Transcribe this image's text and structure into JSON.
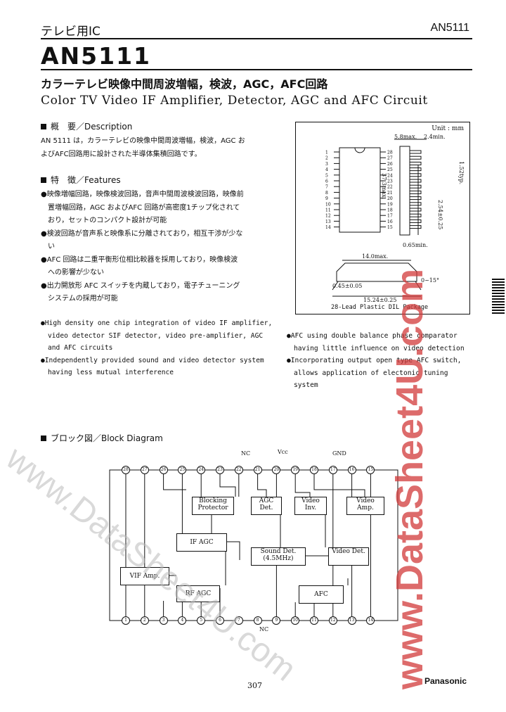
{
  "header": {
    "left": "テレビ用IC",
    "right": "AN5111"
  },
  "title": "AN5111",
  "subtitle_jp": "カラーテレビ映像中間周波増幅，検波，AGC，AFC回路",
  "subtitle_en": "Color TV Video IF Amplifier, Detector, AGC and AFC Circuit",
  "description": {
    "heading": "概　要／Description",
    "text": [
      "AN 5111 は，カラーテレビの映像中間周波増幅，検波，AGC お",
      "よびAFC回路用に設計された半導体集積回路です。"
    ]
  },
  "features": {
    "heading": "特　徴／Features",
    "jp": [
      [
        "●映像増幅回路，映像検波回路，音声中間周波検波回路，映像前",
        "　置増幅回路，AGC およびAFC 回路が高密度1チップ化されて",
        "　おり，セットのコンパクト設計が可能"
      ],
      [
        "●検波回路が音声系と映像系に分離されており，相互干渉が少な",
        "　い"
      ],
      [
        "●AFC 回路は二重平衡形位相比較器を採用しており，映像検波",
        "　への影響が少ない"
      ],
      [
        "●出力開放形 AFC スイッチを内蔵しており，電子チューニング",
        "　システムの採用が可能"
      ]
    ],
    "en_left": [
      [
        "●High density one chip integration of video IF amplifier,",
        "video detector SIF detector, video pre-amplifier, AGC",
        "and AFC circuits"
      ],
      [
        "●Independently provided sound and video detector system",
        "having less mutual interference"
      ]
    ],
    "en_right": [
      [
        "●AFC using double balance phase comparator",
        "having little influence on video detection"
      ],
      [
        "●Incorporating output open type AFC switch,",
        "allows application of electonic tuning system"
      ]
    ]
  },
  "package": {
    "unit": "Unit : mm",
    "dim_top": "5.8max.",
    "dim_top2": "2.4min.",
    "dim_len": "37.3max.",
    "dim_pitch": "1.52typ.",
    "dim_lead": "2.54±0.25",
    "dim_min": "0.65min.",
    "dim_width": "14.0max.",
    "dim_lead_w": "0.45±0.05",
    "dim_row": "15.24±0.25",
    "dim_angle": "0~15°",
    "caption": "28-Lead Plastic DIL Package",
    "pins_left": [
      "1",
      "2",
      "3",
      "4",
      "5",
      "6",
      "7",
      "8",
      "9",
      "10",
      "11",
      "12",
      "13",
      "14"
    ],
    "pins_right": [
      "28",
      "27",
      "26",
      "25",
      "24",
      "23",
      "22",
      "21",
      "20",
      "19",
      "18",
      "17",
      "16",
      "15"
    ]
  },
  "block": {
    "heading": "ブロック図／Block Diagram",
    "labels": {
      "nc_top": "NC",
      "vcc": "Vcc",
      "gnd": "GND",
      "nc_bottom": "NC",
      "blocking": "Blocking Protector",
      "agcdet": "AGC Det.",
      "videoinv": "Video Inv.",
      "videoamp": "Video Amp.",
      "ifagc": "IF AGC",
      "sound": "Sound Det.(4.5MHz)",
      "videodet": "Video Det.",
      "vifamp": "VIF Amp.",
      "rfagc": "RF AGC",
      "afc": "AFC"
    },
    "top_pins": [
      "28",
      "27",
      "26",
      "25",
      "24",
      "23",
      "22",
      "21",
      "20",
      "19",
      "18",
      "17",
      "16",
      "15"
    ],
    "bottom_pins": [
      "1",
      "2",
      "3",
      "4",
      "5",
      "6",
      "7",
      "8",
      "9",
      "10",
      "11",
      "12",
      "13",
      "14"
    ]
  },
  "footer": {
    "page": "307",
    "brand": "Panasonic"
  },
  "watermarks": {
    "diag": "www.DataSheet4U.com",
    "side": "www.DataSheet4U.com"
  }
}
